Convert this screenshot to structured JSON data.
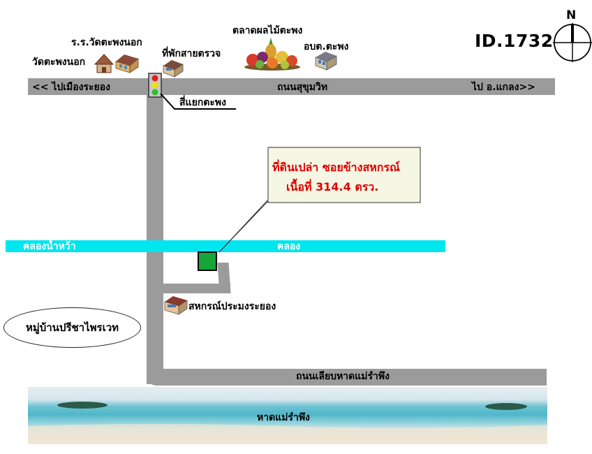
{
  "map": {
    "id_label": "ID.1732",
    "north_label": "N",
    "colors": {
      "road": "#9b9b9b",
      "canal": "#00e6ee",
      "land_plot": "#17a53a",
      "callout_bg": "#f5f6e3",
      "callout_text": "#e00000"
    },
    "roads": {
      "sukhumvit": "ถนนสุขุมวิท",
      "to_rayong": "<< ไปเมืองระยอง",
      "to_klaeng": "ไป อ.แกลง>>",
      "beach_road": "ถนนเลียบหาดแม่รำพึง"
    },
    "intersection": "สี่แยกตะพง",
    "canal": {
      "left_label": "คลองน้ำหว้า",
      "right_label": "คลอง"
    },
    "callout": {
      "line1": "ที่ดินเปล่า ซอยข้างสหกรณ์",
      "line2": "เนื้อที่ 314.4  ตรว."
    },
    "landmarks": {
      "temple": "วัดตะพงนอก",
      "school": "ร.ร.วัดตะพงนอก",
      "police": "ที่พักสายตรวจ",
      "fruit_market": "ตลาดผลไม้ตะพง",
      "sao": "อบต.ตะพง",
      "cooperative": "สหกรณ์ประมงระยอง"
    },
    "village": "หมู่บ้านปรีชาไพรเวท",
    "beach": "หาดแม่รำพึง",
    "icons": [
      "temple-icon",
      "school-icon",
      "police-box-icon",
      "fruit-basket-icon",
      "office-icon",
      "cooperative-icon",
      "traffic-light-icon",
      "compass-icon"
    ]
  }
}
